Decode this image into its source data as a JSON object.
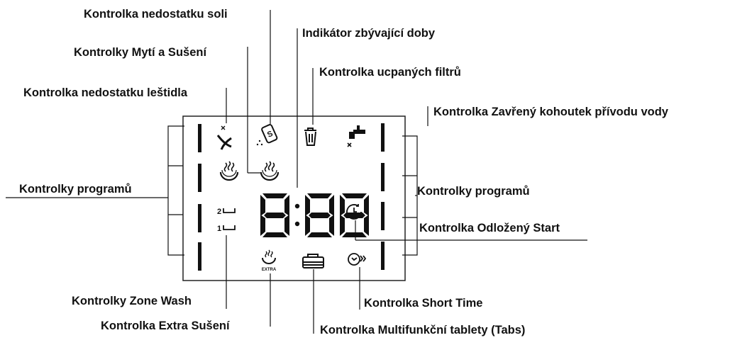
{
  "labels": {
    "salt": "Kontrolka nedostatku soli",
    "remaining_time": "Indikátor zbývající doby",
    "wash_dry": "Kontrolky Mytí a Sušení",
    "filters": "Kontrolka ucpaných filtrů",
    "rinse_aid": "Kontrolka nedostatku leštidla",
    "water_tap": "Kontrolka Zavřený kohoutek přívodu vody",
    "programs_left": "Kontrolky programů",
    "programs_right": "Kontrolky programů",
    "delay_start": "Kontrolka Odložený Start",
    "zone_wash": "Kontrolky Zone Wash",
    "short_time": "Kontrolka Short Time",
    "extra_dry": "Kontrolka Extra Sušení",
    "tabs": "Kontrolka Multifunkční tablety (Tabs)"
  },
  "display": {
    "zone_upper": "2",
    "zone_lower": "1",
    "extra_text": "EXTRA",
    "salt_symbol": "S"
  },
  "icons": {
    "rinse_aid": "rinse-aid-sparkle-icon",
    "salt": "salt-pack-icon",
    "filters": "bin-filter-icon",
    "water_tap": "closed-tap-icon",
    "wash": "wash-steam-icon",
    "dry": "dry-steam-icon",
    "delay_start": "clock-delay-icon",
    "short_time": "clock-fast-icon",
    "extra_dry": "extra-dry-steam-icon",
    "tabs": "multi-tablet-icon"
  }
}
